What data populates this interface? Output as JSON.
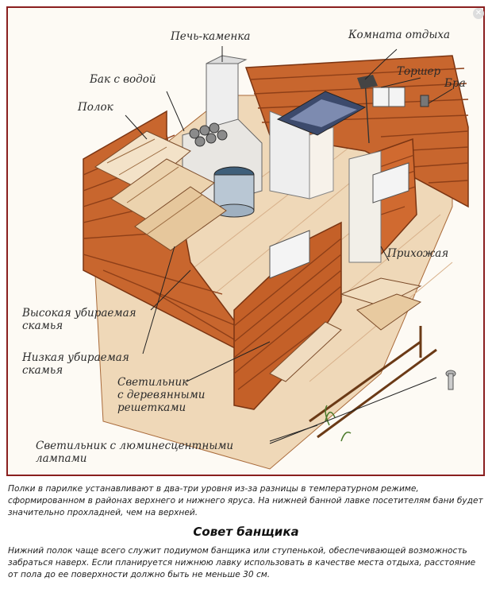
{
  "labels": {
    "stove": "Печь-каменка",
    "rest_room": "Комната отдыха",
    "water_tank": "Бак с водой",
    "floor_lamp": "Торшер",
    "sconce": "Бра",
    "shelf": "Полок",
    "hallway": "Прихожая",
    "high_bench": "Высокая убираемая\nскамья",
    "low_bench": "Низкая убираемая\nскамья",
    "wood_lamp": "Светильник\nс деревянными\nрешетками",
    "fluor_lamp": "Светильник с люминесцентными\nлампами"
  },
  "caption_top": "Полки в парилке устанавливают в два-три уровня из-за разницы в температурном режиме, сформированном в районах верхнего и нижнего яруса. На нижней банной лавке посетителям бани будет значительно прохладней, чем на верхней.",
  "section_title": "Совет банщика",
  "caption_bottom": "Нижний полок чаще всего служит подиумом банщика или ступенькой, обеспечивающей возможность забраться наверх. Если планируется нижнюю лавку использовать в качестве места отдыха, расстояние от пола до ее поверхности должно быть не меньше 30 см.",
  "colors": {
    "frame": "#8a1f1f",
    "wood": "#c8662e",
    "wood_dark": "#8e3f18",
    "floor": "#f0dcc0"
  },
  "icons": {
    "close": "close-icon"
  }
}
